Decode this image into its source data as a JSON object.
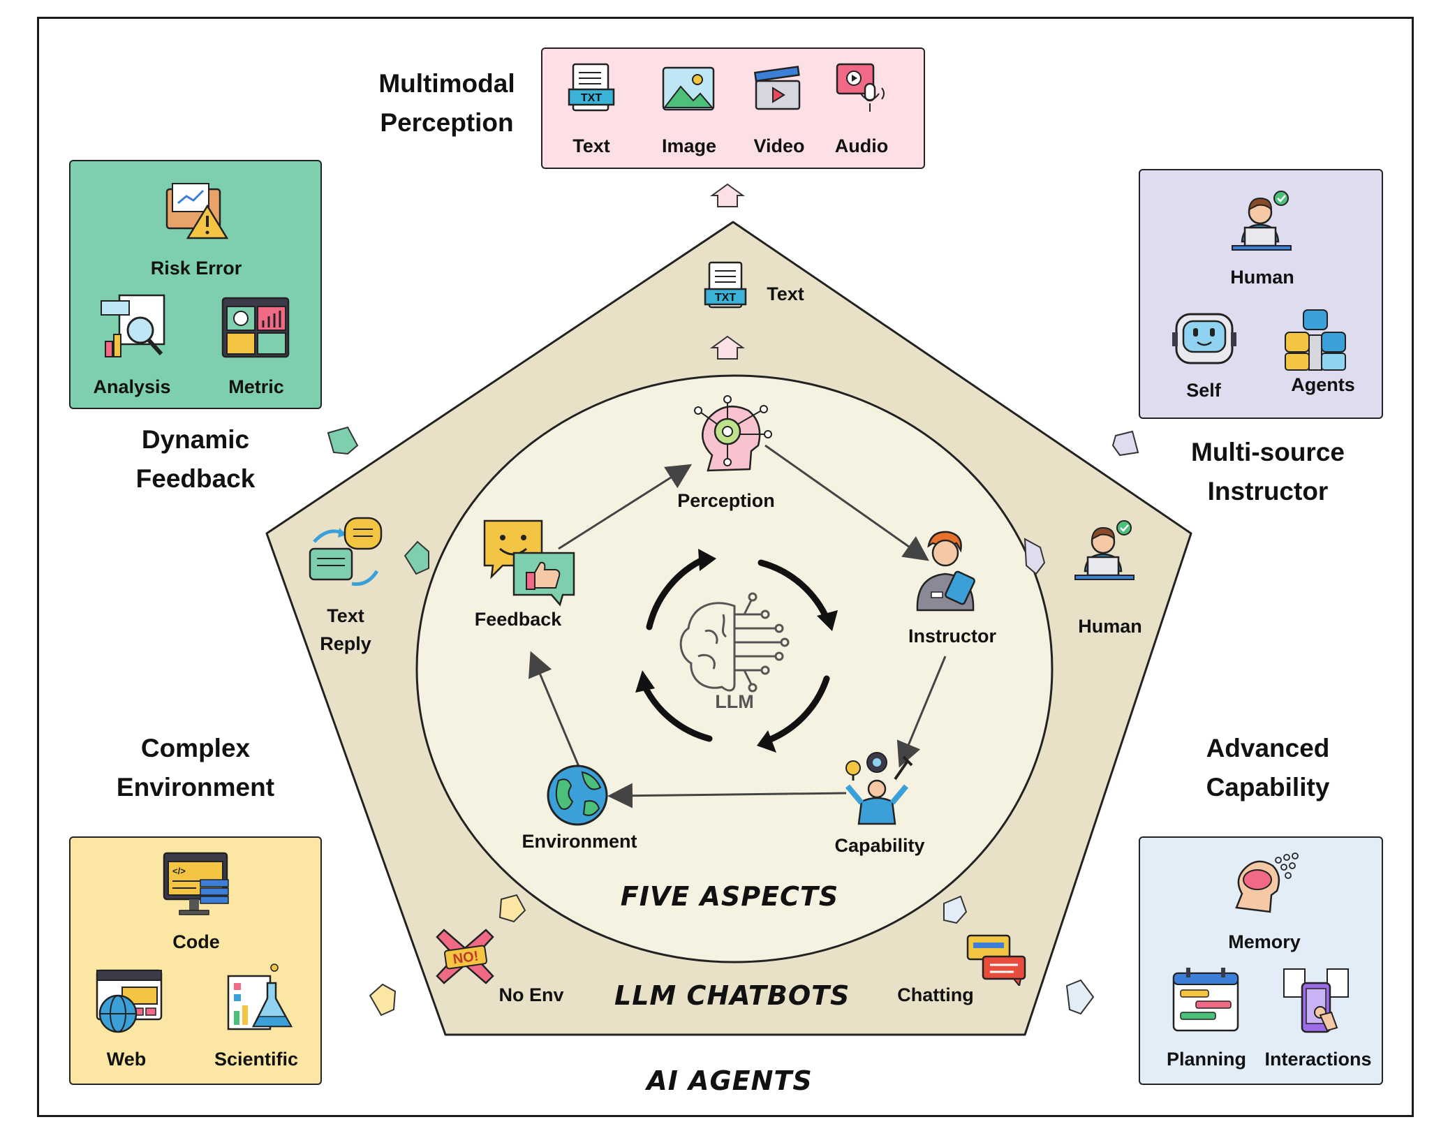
{
  "multimodal": {
    "title_line1": "Multimodal",
    "title_line2": "Perception",
    "items": [
      "Text",
      "Image",
      "Video",
      "Audio"
    ],
    "color": "#fde0e6"
  },
  "dynamic_feedback": {
    "title_line1": "Dynamic",
    "title_line2": "Feedback",
    "items": [
      "Risk Error",
      "Analysis",
      "Metric"
    ],
    "color": "#7dcfad"
  },
  "multi_source": {
    "title_line1": "Multi-source",
    "title_line2": "Instructor",
    "items": [
      "Human",
      "Self",
      "Agents"
    ],
    "color": "#dedcef"
  },
  "complex_env": {
    "title_line1": "Complex",
    "title_line2": "Environment",
    "items": [
      "Code",
      "Web",
      "Scientific"
    ],
    "color": "#fbe7a3"
  },
  "advanced_cap": {
    "title_line1": "Advanced",
    "title_line2": "Capability",
    "items": [
      "Memory",
      "Planning",
      "Interactions"
    ],
    "color": "#e2edf8"
  },
  "pentagon": {
    "text": "Text",
    "text_reply_line1": "Text",
    "text_reply_line2": "Reply",
    "human": "Human",
    "no_env": "No Env",
    "chatting": "Chatting",
    "llm_chatbots": "LLM CHATBOTS",
    "color": "#e8e1c8"
  },
  "circle": {
    "perception": "Perception",
    "instructor": "Instructor",
    "capability": "Capability",
    "environment": "Environment",
    "feedback": "Feedback",
    "center": "LLM",
    "five_aspects": "FIVE ASPECTS",
    "color": "#f6f2e2"
  },
  "ai_agents": "AI AGENTS"
}
